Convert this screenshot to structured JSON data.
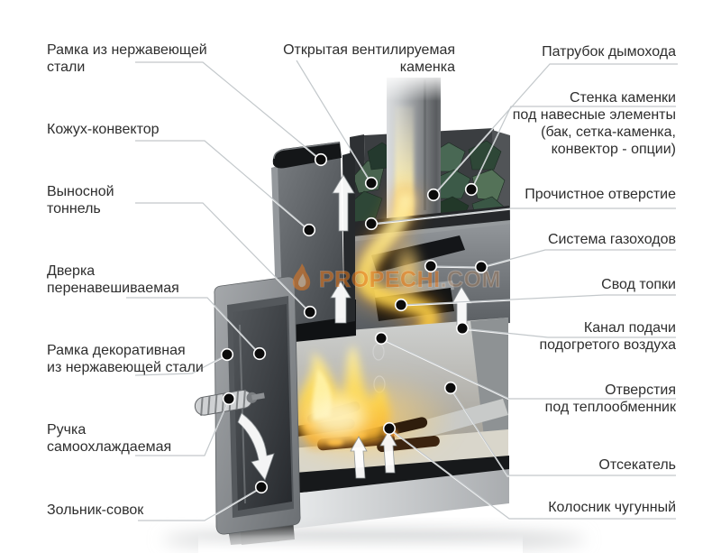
{
  "watermark": {
    "text_main": "PROPECHI",
    "text_suffix": ".COM",
    "color": "#e8791d",
    "icon": "flame-icon"
  },
  "colors": {
    "background": "#ffffff",
    "label_text": "#2e2e2e",
    "leader_line": "#c3c8cb",
    "callout_dot": "#0b0b0b",
    "watermark_orange": "#e8791d",
    "metal_light": "#a6a9ac",
    "metal_dark": "#43474b",
    "stone_green": "#3c5a48",
    "flame_yellow": "#ffd94e",
    "flame_orange": "#f59d20"
  },
  "labels": {
    "left": [
      {
        "text": "Рамка из нержавеющей\nстали"
      },
      {
        "text": "Кожух-конвектор"
      },
      {
        "text": "Выносной\nтоннель"
      },
      {
        "text": "Дверка\nперенавешиваемая"
      },
      {
        "text": "Рамка декоративная\nиз нержавеющей стали"
      },
      {
        "text": "Ручка\nсамоохлаждаемая"
      },
      {
        "text": "Зольник-совок"
      }
    ],
    "top": [
      {
        "text": "Открытая вентилируемая\nкаменка"
      }
    ],
    "right": [
      {
        "text": "Патрубок дымохода"
      },
      {
        "text": "Стенка каменки\nпод навесные элементы\n(бак, сетка-каменка,\nконвектор - опции)"
      },
      {
        "text": "Прочистное отверстие"
      },
      {
        "text": "Система газоходов"
      },
      {
        "text": "Свод топки"
      },
      {
        "text": "Канал подачи\nподогретого воздуха"
      },
      {
        "text": "Отверстия\nпод теплообменник"
      },
      {
        "text": "Отсекатель"
      },
      {
        "text": "Колосник чугунный"
      }
    ]
  }
}
